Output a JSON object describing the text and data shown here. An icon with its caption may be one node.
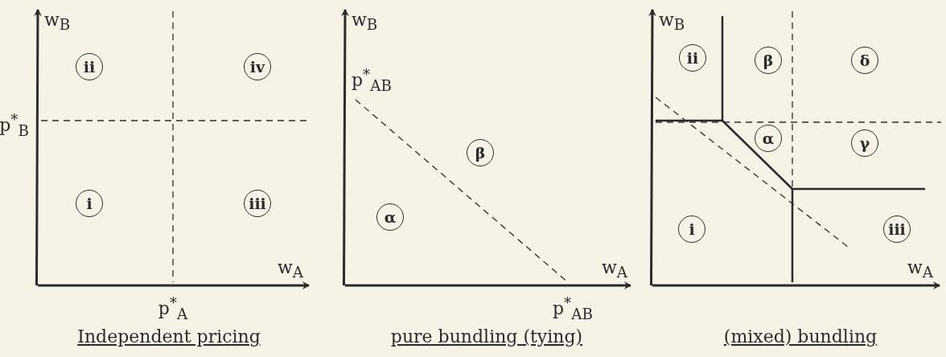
{
  "diagram": {
    "nodes": [
      {
        "text": [
          "ii"
        ]
      },
      {
        "text": [
          "iv"
        ]
      },
      {
        "text": [
          "i"
        ]
      },
      {
        "text": [
          "iii"
        ]
      },
      {
        "text": [
          "β"
        ]
      },
      {
        "text": [
          "α"
        ]
      },
      {
        "text": [
          "ii"
        ]
      },
      {
        "text": [
          "β"
        ]
      },
      {
        "text": [
          "δ"
        ]
      },
      {
        "text": [
          "α"
        ]
      },
      {
        "text": [
          "γ"
        ]
      },
      {
        "text": [
          "i"
        ]
      },
      {
        "text": [
          "iii"
        ]
      }
    ],
    "labels": [
      "w$_{B}$",
      "p$^{*}$$_{B}$",
      "w$_{A}$",
      "p$^{*}$$_{A}$",
      "Independent pricing",
      "w$_{B}$",
      "p$^{*}$$_{AB}$",
      "w$_{A}$",
      "p$^{*}$$_{AB}$",
      "pure bundling (tying)",
      "w$_{B}$",
      "w$_{A}$",
      "(mixed) bundling"
    ]
  }
}
